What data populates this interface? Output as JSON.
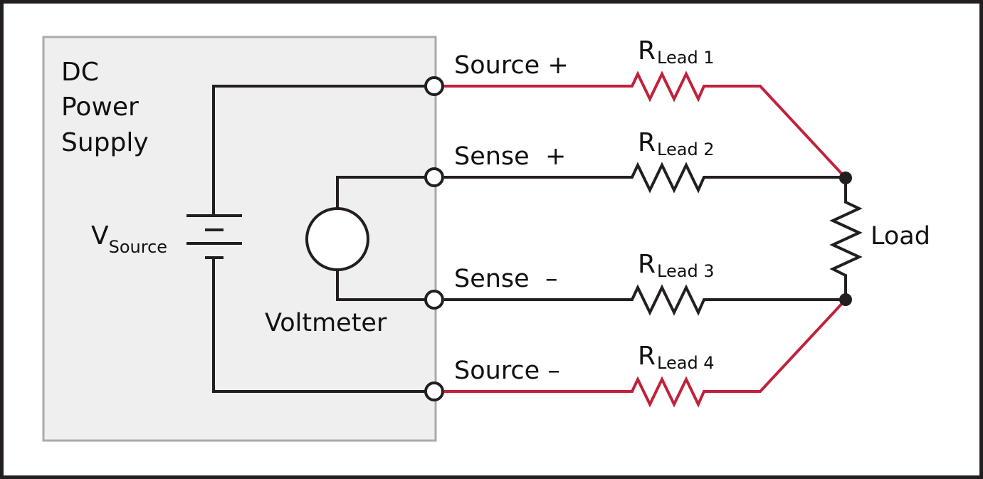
{
  "diagram": {
    "title": "Remote sense connection of a DC power supply to a load",
    "colors": {
      "source_wire": "#c0223b",
      "sense_wire": "#231f20",
      "supply_box_fill": "#efefef",
      "supply_box_border": "#aaaaaa",
      "frame": "#231f20"
    },
    "power_supply": {
      "label_lines": [
        "DC",
        "Power",
        "Supply"
      ],
      "source_label_main": "V",
      "source_label_sub": "Source",
      "meter_label": "Voltmeter"
    },
    "terminals": [
      {
        "id": "source-plus",
        "label": "Source +",
        "wire": "source"
      },
      {
        "id": "sense-plus",
        "label": "Sense  +",
        "wire": "sense"
      },
      {
        "id": "sense-minus",
        "label": "Sense  –",
        "wire": "sense"
      },
      {
        "id": "source-minus",
        "label": "Source –",
        "wire": "source"
      }
    ],
    "lead_resistors": [
      {
        "main": "R",
        "sub": "Lead 1"
      },
      {
        "main": "R",
        "sub": "Lead 2"
      },
      {
        "main": "R",
        "sub": "Lead 3"
      },
      {
        "main": "R",
        "sub": "Lead 4"
      }
    ],
    "load": {
      "label": "Load"
    }
  }
}
